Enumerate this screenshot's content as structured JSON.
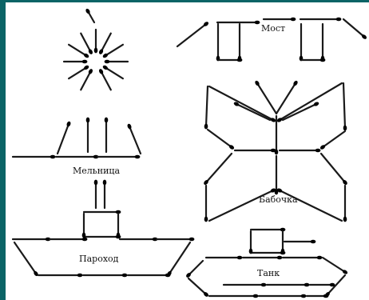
{
  "labels": {
    "mill": "Мельница",
    "bridge": "Мост",
    "butterfly": "Бабочка",
    "steamship": "Пароход",
    "tank": "Танк"
  },
  "colors": {
    "frame": "#0b6466",
    "stick": "#1a1a1a",
    "head": "#000000",
    "paper": "#ffffff"
  }
}
